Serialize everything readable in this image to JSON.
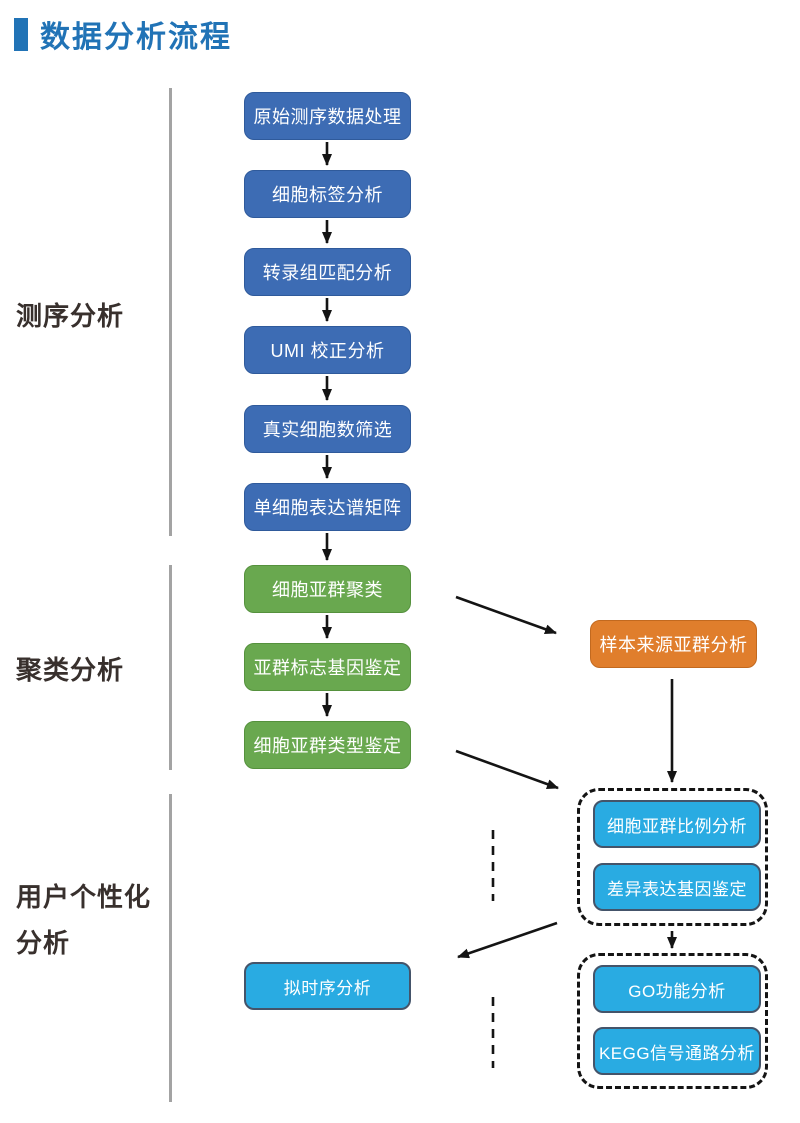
{
  "header": {
    "title": "数据分析流程"
  },
  "sidebar_labels": {
    "sequencing": "测序分析",
    "clustering": "聚类分析",
    "personalized_line1": "用户个性化",
    "personalized_line2": "分析"
  },
  "nodes": {
    "sequencing": [
      "原始测序数据处理",
      "细胞标签分析",
      "转录组匹配分析",
      "UMI 校正分析",
      "真实细胞数筛选",
      "单细胞表达谱矩阵"
    ],
    "clustering": [
      "细胞亚群聚类",
      "亚群标志基因鉴定",
      "细胞亚群类型鉴定"
    ],
    "sample_source": "样本来源亚群分析",
    "proportion_group": [
      "细胞亚群比例分析",
      "差异表达基因鉴定"
    ],
    "pseudotime": "拟时序分析",
    "enrichment_group": [
      "GO功能分析",
      "KEGG信号通路分析"
    ]
  },
  "colors": {
    "title_blue": "#2173B6",
    "node_blue": "#3D6CB4",
    "node_green": "#69A84F",
    "node_orange": "#E07E2C",
    "node_cyan": "#29ABE2",
    "section_line_gray": "#A3A3A3",
    "arrow_black": "#141414"
  }
}
